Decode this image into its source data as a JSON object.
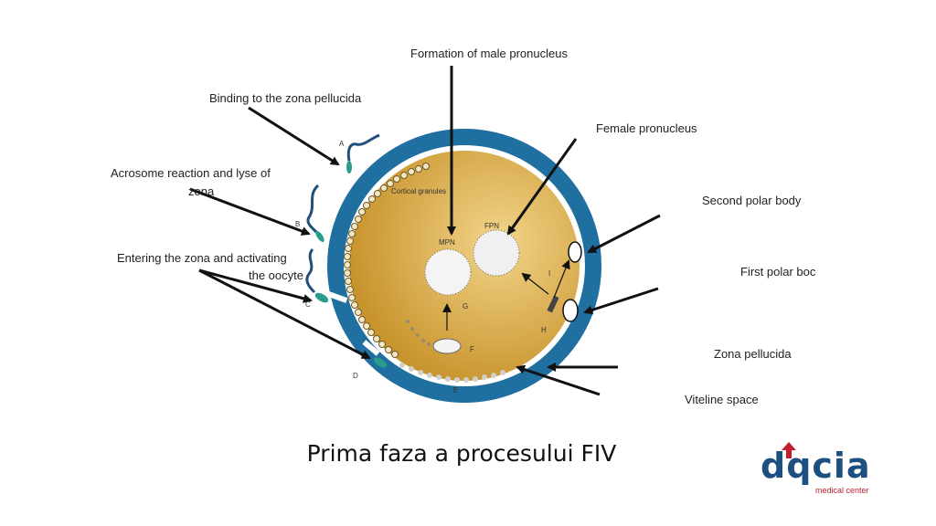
{
  "diagram": {
    "labels": {
      "male_pronucleus": "Formation of male pronucleus",
      "binding": "Binding to the zona pellucida",
      "female_pronucleus": "Female pronucleus",
      "acrosome_line1": "Acrosome reaction and lyse of",
      "acrosome_line2": "zona",
      "second_polar": "Second polar body",
      "entering_line1": "Entering the zona and activating",
      "entering_line2": "the oocyte",
      "first_polar": "First polar boc",
      "zona_pellucida": "Zona pellucida",
      "viteline_space": "Viteline space",
      "cortical": "Cortical granules"
    },
    "inner": {
      "mpn": "MPN",
      "fpn": "FPN",
      "a": "A",
      "b": "B",
      "c": "C",
      "d": "D",
      "e": "E",
      "f": "F",
      "g": "G",
      "h": "H",
      "i": "I"
    },
    "colors": {
      "zona": "#1f6fa0",
      "cytoplasm": "#d9a93e",
      "arrow": "#111111"
    }
  },
  "caption": "Prima faza a procesului FIV",
  "logo": {
    "word": "dqcia",
    "subtitle": "medical center",
    "icon": "up-arrow-icon"
  }
}
